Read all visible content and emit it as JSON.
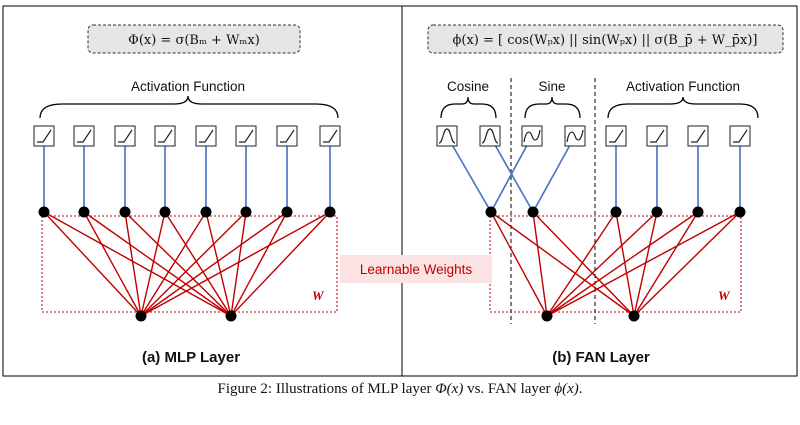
{
  "mlp": {
    "formula": "Φ(x) = σ(Bₘ + Wₘx)",
    "group_label": "Activation Function",
    "weight_label": "W",
    "title": "(a) MLP Layer"
  },
  "fan": {
    "formula": "ϕ(x) = [ cos(Wₚx) || sin(Wₚx) || σ(B_p̄ + W_p̄x)]",
    "cosine_label": "Cosine",
    "sine_label": "Sine",
    "group_label": "Activation Function",
    "weight_label": "W",
    "title": "(b) FAN Layer"
  },
  "shared": {
    "learnable_weights": "Learnable Weights"
  },
  "caption": {
    "prefix": "Figure 2: Illustrations of MLP layer ",
    "mlp_sym": "Φ(x)",
    "middle": " vs. FAN layer ",
    "fan_sym": "ϕ(x)",
    "suffix": "."
  },
  "colors": {
    "weight_edge": "#c00000",
    "activation_edge": "#4472c4",
    "formula_box": "#e7e6e6",
    "learnable_box": "#fbe3e3"
  }
}
